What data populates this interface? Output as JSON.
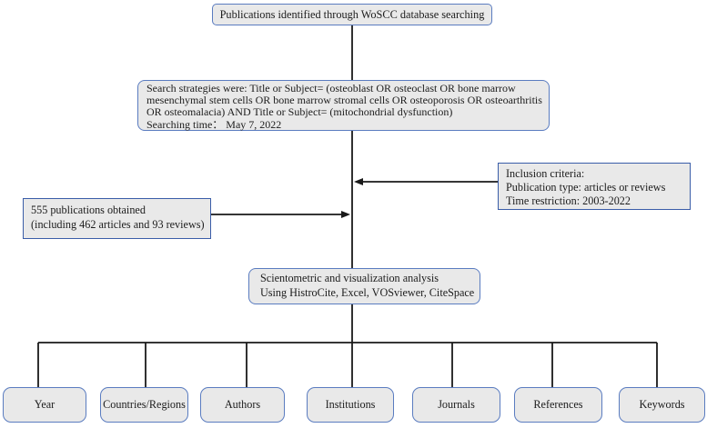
{
  "diagram": {
    "top_box": {
      "text": "Publications identified through WoSCC database searching"
    },
    "search_box": {
      "lines": [
        "Search strategies were: Title or Subject= (osteoblast OR osteoclast OR bone marrow",
        "mesenchymal stem cells OR bone marrow stromal cells OR osteoporosis OR osteoarthritis",
        "OR osteomalacia) AND Title or Subject= (mitochondrial dysfunction)",
        "Searching time：  May 7, 2022"
      ]
    },
    "inclusion_box": {
      "lines": [
        "Inclusion criteria:",
        "Publication type: articles or reviews",
        "Time restriction: 2003-2022"
      ]
    },
    "obtained_box": {
      "lines": [
        "555 publications obtained",
        "(including 462 articles and 93 reviews)"
      ]
    },
    "analysis_box": {
      "lines": [
        "Scientometric and visualization analysis",
        "Using HistroCite, Excel, VOSviewer, CiteSpace"
      ]
    },
    "leaf_boxes": [
      "Year",
      "Countries/Regions",
      "Authors",
      "Institutions",
      "Journals",
      "References",
      "Keywords"
    ],
    "colors": {
      "box_fill": "#e9e9e9",
      "border_rounded": "#5a7cc0",
      "border_square": "#3a5da8",
      "connector_line": "#1a1a1a",
      "text": "#1c1c1c"
    }
  }
}
